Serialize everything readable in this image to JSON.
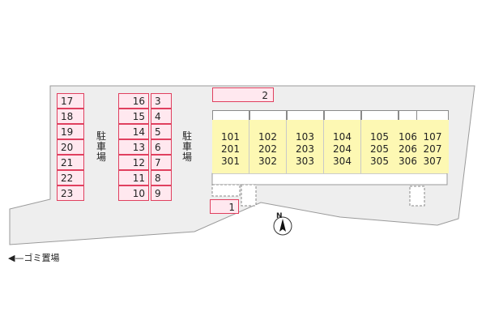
{
  "parking_label": "駐車場",
  "units": [
    {
      "r1": "101",
      "r2": "201",
      "r3": "301"
    },
    {
      "r1": "102",
      "r2": "202",
      "r3": "302"
    },
    {
      "r1": "103",
      "r2": "203",
      "r3": "303"
    },
    {
      "r1": "104",
      "r2": "204",
      "r3": "304"
    },
    {
      "r1": "105",
      "r2": "205",
      "r3": "305"
    },
    {
      "r1": "106",
      "r2": "206",
      "r3": "306"
    },
    {
      "r1": "107",
      "r2": "207",
      "r3": "307"
    }
  ],
  "lots": {
    "col_left": [
      "17",
      "18",
      "19",
      "20",
      "21",
      "22",
      "23"
    ],
    "col_mid": [
      "16",
      "15",
      "14",
      "13",
      "12",
      "11",
      "10"
    ],
    "col_right": [
      "3",
      "4",
      "5",
      "6",
      "7",
      "8",
      "9"
    ],
    "top": "2",
    "bottom": "1"
  },
  "garbage_label": "◀—ゴミ置場",
  "north_label": "N",
  "colors": {
    "site": "#eeeeee",
    "building": "#fdf8b3",
    "parking_fill": "#ffe8ef",
    "parking_border": "#e0405f"
  }
}
